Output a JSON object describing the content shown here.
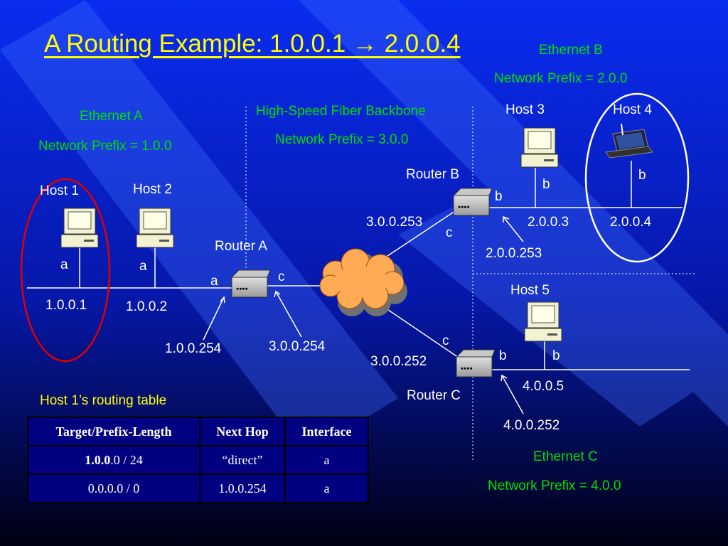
{
  "title": "A Routing Example: 1.0.0.1 → 2.0.0.4",
  "networks": {
    "ethernet_a": {
      "name": "Ethernet A",
      "prefix": "Network Prefix = 1.0.0"
    },
    "ethernet_b": {
      "name": "Ethernet B",
      "prefix": "Network Prefix = 2.0.0"
    },
    "ethernet_c": {
      "name": "Ethernet C",
      "prefix": "Network Prefix = 4.0.0"
    },
    "backbone": {
      "name": "High-Speed Fiber Backbone",
      "prefix": "Network Prefix = 3.0.0"
    }
  },
  "hosts": {
    "host1": {
      "name": "Host 1",
      "iface": "a",
      "ip": "1.0.0.1"
    },
    "host2": {
      "name": "Host 2",
      "iface": "a",
      "ip": "1.0.0.2"
    },
    "host3": {
      "name": "Host 3",
      "iface": "b",
      "ip": "2.0.0.3"
    },
    "host4": {
      "name": "Host 4",
      "iface": "b",
      "ip": "2.0.0.4"
    },
    "host5": {
      "name": "Host 5",
      "iface": "b",
      "ip": "4.0.0.5"
    }
  },
  "routers": {
    "a": {
      "name": "Router A",
      "iface_a": "a",
      "iface_c": "c",
      "ip_a": "1.0.0.254",
      "ip_c": "3.0.0.254"
    },
    "b": {
      "name": "Router B",
      "iface_b": "b",
      "iface_c": "c",
      "ip_b": "2.0.0.253",
      "ip_c": "3.0.0.253"
    },
    "c": {
      "name": "Router C",
      "iface_b": "b",
      "iface_c": "c",
      "ip_b": "4.0.0.252",
      "ip_c": "3.0.0.252"
    }
  },
  "routing_table": {
    "caption": "Host 1’s routing table",
    "headers": [
      "Target/Prefix-Length",
      "Next Hop",
      "Interface"
    ],
    "rows": [
      {
        "target_bold": "1.0.0",
        "target_rest": ".0 / 24",
        "next_hop": "“direct”",
        "interface": "a"
      },
      {
        "target_bold": "",
        "target_rest": "0.0.0.0 / 0",
        "next_hop": "1.0.0.254",
        "interface": "a"
      }
    ]
  },
  "colors": {
    "background_top": "#0000d0",
    "background_bottom": "#000010",
    "title": "#ffff00",
    "network_label": "#00e000",
    "text": "#ffffff",
    "highlight_red": "#e00000",
    "highlight_white": "#ffffff"
  }
}
